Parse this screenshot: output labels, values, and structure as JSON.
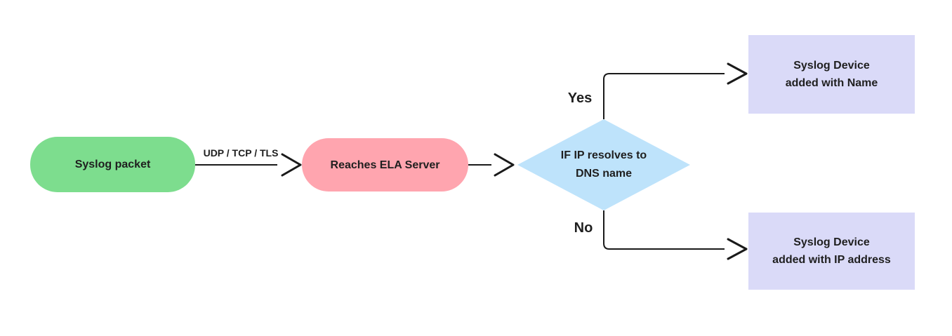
{
  "diagram": {
    "type": "flowchart",
    "direction": "left-to-right",
    "colors": {
      "background": "#ffffff",
      "line": "#1a1a1a",
      "text": "#1f1f1f",
      "node_green": "#7ddd8e",
      "node_pink": "#ffa5af",
      "node_blue": "#bee3fb",
      "node_lavender": "#dadaf8"
    },
    "nodes": {
      "syslog_packet": {
        "label": "Syslog packet",
        "shape": "stadium",
        "fill": "#7ddd8e"
      },
      "reaches_ela_server": {
        "label": "Reaches ELA Server",
        "shape": "stadium",
        "fill": "#ffa5af"
      },
      "ip_resolves_decision": {
        "label": "IF IP resolves to\nDNS name",
        "shape": "diamond",
        "fill": "#bee3fb"
      },
      "added_with_name": {
        "label": "Syslog Device\nadded with Name",
        "shape": "rectangle",
        "fill": "#dadaf8"
      },
      "added_with_ip": {
        "label": "Syslog Device\nadded with IP address",
        "shape": "rectangle",
        "fill": "#dadaf8"
      }
    },
    "edges": [
      {
        "from": "syslog_packet",
        "to": "reaches_ela_server",
        "label": "UDP / TCP / TLS"
      },
      {
        "from": "reaches_ela_server",
        "to": "ip_resolves_decision",
        "label": ""
      },
      {
        "from": "ip_resolves_decision",
        "to": "added_with_name",
        "label": "Yes"
      },
      {
        "from": "ip_resolves_decision",
        "to": "added_with_ip",
        "label": "No"
      }
    ]
  }
}
